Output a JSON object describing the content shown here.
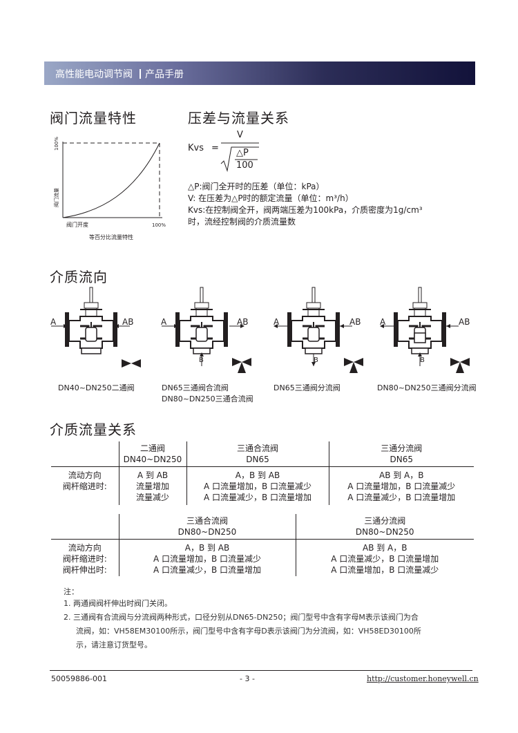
{
  "header": {
    "title": "高性能电动调节阀",
    "subtitle": "产品手册"
  },
  "characteristic": {
    "heading": "阀门流量特性",
    "y_top": "100%",
    "y_label": "阀门流量",
    "x_label": "阀门开度",
    "x_end": "100%",
    "caption": "等百分比流量特性"
  },
  "pressure": {
    "heading": "压差与流量关系",
    "formula_lhs": "Kvs",
    "formula_eq": "=",
    "formula_num": "V",
    "formula_den_top": "△P",
    "formula_den_bottom": "100",
    "def_dp": "△P:阀门全开时的压差（单位：kPa）",
    "def_v": "V: 在压差为△P时的额定流量（单位：m³/h）",
    "def_kvs_1": "Kvs:在控制阀全开，阀两端压差为100kPa，介质密度为1g/cm³",
    "def_kvs_2": "时，流经控制阀的介质流量数"
  },
  "media_direction": {
    "heading": "介质流向",
    "diagrams": [
      {
        "port_a": "A",
        "port_ab": "AB",
        "caption1": "DN40~DN250二通阀",
        "caption2": ""
      },
      {
        "port_a": "A",
        "port_ab": "AB",
        "port_b": "B",
        "caption1": "DN65三通阀合流阀",
        "caption2": "DN80~DN250三通合流阀"
      },
      {
        "port_a": "A",
        "port_ab": "AB",
        "port_b": "B",
        "caption1": "DN65三通阀分流阀",
        "caption2": ""
      },
      {
        "port_a": "A",
        "port_ab": "AB",
        "port_b": "B",
        "caption1": "DN80~DN250三通阀分流阀",
        "caption2": ""
      }
    ]
  },
  "flow_relation": {
    "heading": "介质流量关系",
    "table1": {
      "col1_title": "二通阀",
      "col1_size": "DN40~DN250",
      "col2_title": "三通合流阀",
      "col2_size": "DN65",
      "col3_title": "三通分流阀",
      "col3_size": "DN65",
      "row_label_1": "流动方向",
      "row_label_2": "阀杆缩进时:",
      "c1_l1": "A 到 AB",
      "c1_l2": "流量增加",
      "c1_l3": "流量减少",
      "c2_l1": "A，B 到 AB",
      "c2_l2": "A 口流量增加，B 口流量减少",
      "c2_l3": "A 口流量减少，B 口流量增加",
      "c3_l1": "AB 到 A，B",
      "c3_l2": "A 口流量增加，B 口流量减少",
      "c3_l3": "A 口流量减少，B 口流量增加"
    },
    "table2": {
      "col1_title": "三通合流阀",
      "col1_size": "DN80~DN250",
      "col2_title": "三通分流阀",
      "col2_size": "DN80~DN250",
      "row_label_1": "流动方向",
      "row_label_2": "阀杆缩进时:",
      "row_label_3": "阀杆伸出时:",
      "c1_l1": "A，B 到 AB",
      "c1_l2": "A 口流量增加，B 口流量减少",
      "c1_l3": "A 口流量减少，B 口流量增加",
      "c2_l1": "AB 到 A，B",
      "c2_l2": "A 口流量减少，B 口流量增加",
      "c2_l3": "A 口流量增加，B 口流量减少"
    }
  },
  "notes": {
    "title": "注：",
    "n1": "1. 两通阀阀杆伸出时阀门关闭。",
    "n2_1": "2. 三通阀有合流阀与分流阀两种形式，口径分别从DN65-DN250；阀门型号中含有字母M表示该阀门为合",
    "n2_2": "流阀，如：VH58EM30100所示，阀门型号中含有字母D表示该阀门为分流阀，如：VH58ED30100所",
    "n2_3": "示，请注意订货型号。"
  },
  "footer": {
    "doc_number": "50059886-001",
    "page": "- 3 -",
    "url": "http://customer.honeywell.cn"
  }
}
